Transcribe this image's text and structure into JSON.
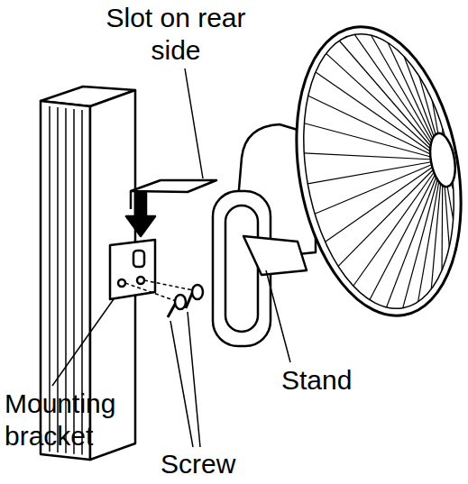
{
  "diagram": {
    "labels": [
      "Slot on rear side",
      "Stand",
      "Mounting bracket",
      "Screw"
    ]
  }
}
